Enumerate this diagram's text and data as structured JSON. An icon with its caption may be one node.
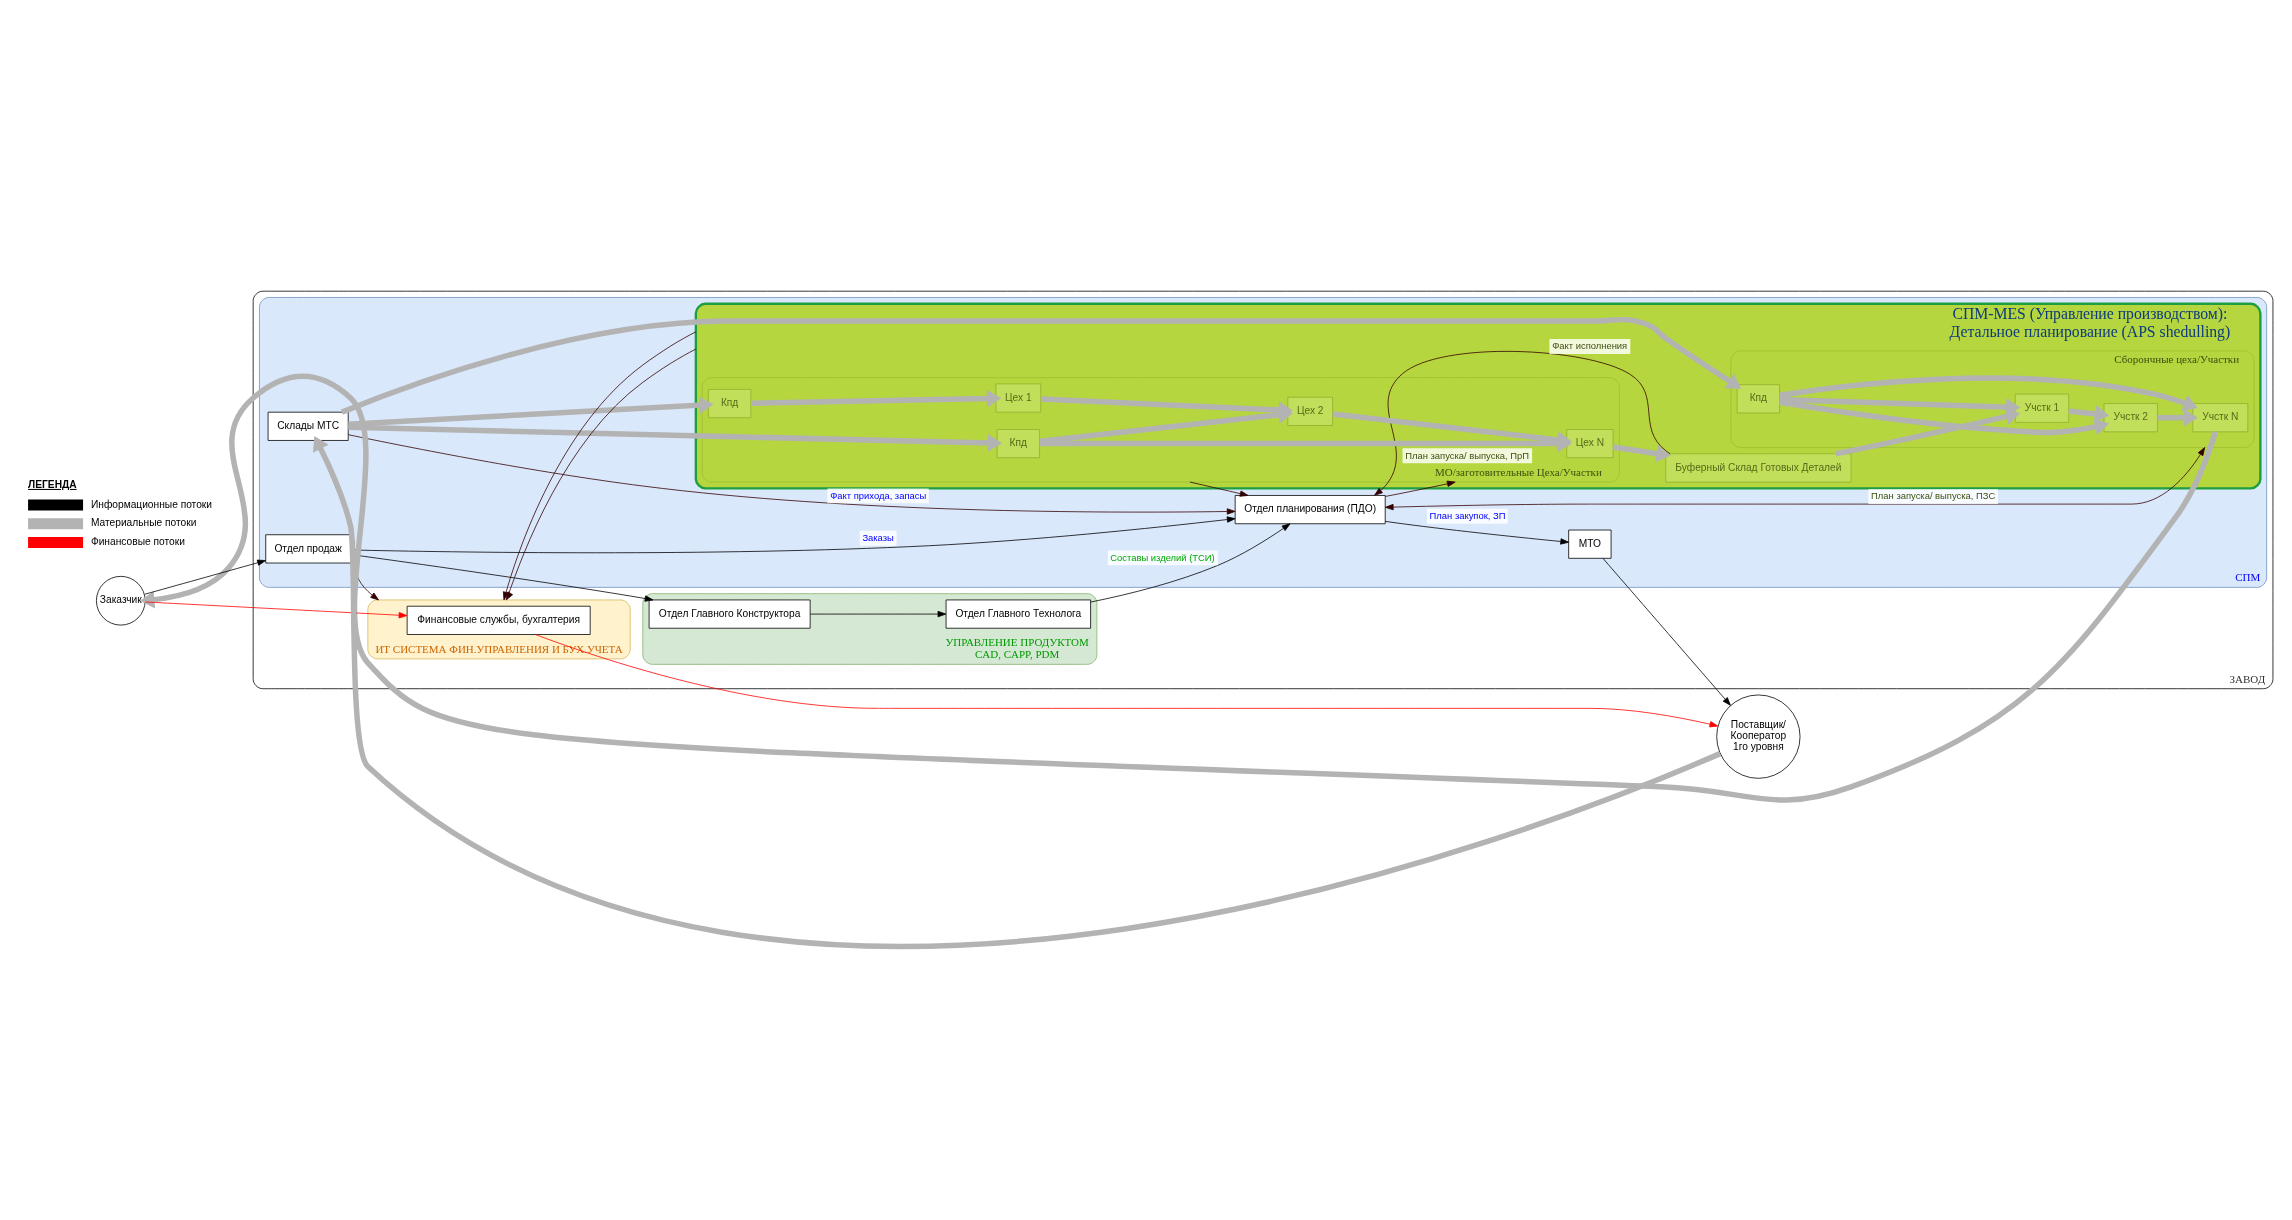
{
  "diagram": {
    "nodes": [
      {
        "text": [
          "ЗАВОД"
        ]
      },
      {
        "text": [
          "УПРАВЛЕНИЕ ПРОДУКТОМ",
          "CAD, CAPP, PDM"
        ],
        "in": 0
      },
      {
        "text": [
          "Отдел Главного Конструктора"
        ],
        "in": 1
      },
      {
        "text": [
          "Отдел Главного Технолога"
        ],
        "in": 1
      },
      {
        "text": [
          "СПМ"
        ],
        "in": 0
      },
      {
        "text": [
          "Отдел продаж"
        ],
        "in": 4
      },
      {
        "text": [
          "Отдел планирования (ПДО)"
        ],
        "in": 4
      },
      {
        "text": [
          "МТО"
        ],
        "in": 4
      },
      {
        "text": [
          "Склады МТС"
        ],
        "in": 4
      },
      {
        "text": [
          "СПМ-MES (Управление производством):",
          "Детальное планирование (APS shedulling)"
        ],
        "in": 4
      },
      {
        "text": [
          "Сборончные цеха/Участки"
        ],
        "in": 9
      },
      {
        "text": [
          "Учстк N"
        ],
        "in": 10
      },
      {
        "text": [
          "Учстк 2"
        ],
        "in": 10
      },
      {
        "text": [
          "Учстк 1"
        ],
        "in": 10
      },
      {
        "text": [
          "Кпд"
        ],
        "in": 10
      },
      {
        "text": [
          "Буферный Склад Готовых Деталей"
        ],
        "in": 9
      },
      {
        "text": [
          "МО/заготовительные Цеха/Участки"
        ],
        "in": 9
      },
      {
        "text": [
          "Цех N"
        ],
        "in": 16
      },
      {
        "text": [
          "Цех 2"
        ],
        "in": 16
      },
      {
        "text": [
          "Цех 1"
        ],
        "in": 16
      },
      {
        "text": [
          "Кпд"
        ],
        "in": 16
      },
      {
        "text": [
          "Кпд"
        ],
        "in": 16
      },
      {
        "text": [
          "ИТ СИСТЕМА ФИН.УПРАВЛЕНИЯ И БУХ.УЧЕТА"
        ],
        "in": 0
      },
      {
        "text": [
          "Финансовые службы, бухгалтерия"
        ],
        "in": 22
      },
      {
        "text": [
          "Заказчик"
        ]
      },
      {
        "text": [
          "Поставщик/ Кооператор 1го уровня"
        ]
      }
    ],
    "edges": [
      {
        "from": 24,
        "to": 5,
        "arrow": "to",
        "color": "#000000"
      },
      {
        "from": 5,
        "to": 2,
        "arrow": "to",
        "color": "#000000"
      },
      {
        "from": 2,
        "to": 3,
        "arrow": "to",
        "color": "#000000"
      },
      {
        "from": 3,
        "to": 6,
        "arrow": "to",
        "label": "Составы изделий (ТСИ)",
        "color": "#000000"
      },
      {
        "from": 5,
        "to": 6,
        "arrow": "to",
        "label": "Заказы",
        "color": "#000000"
      },
      {
        "from": 6,
        "to": 7,
        "arrow": "to",
        "label": "План закупок, ЗП",
        "color": "#000000"
      },
      {
        "from": 7,
        "to": 25,
        "arrow": "to",
        "color": "#000000"
      },
      {
        "from": 8,
        "to": 6,
        "arrow": "to",
        "label": "Факт прихода, запасы",
        "color": "#330000"
      },
      {
        "from": 6,
        "to": 10,
        "arrow": "both",
        "label": "План запуска/ выпуска, ПЗС",
        "color": "#330000"
      },
      {
        "from": 15,
        "to": 6,
        "arrow": "to",
        "label": "Факт исполнения",
        "color": "#330000"
      },
      {
        "from": 6,
        "to": 16,
        "arrow": "to",
        "label": "План запуска/ выпуска, ПрП",
        "color": "#330000"
      },
      {
        "from": 16,
        "to": 6,
        "arrow": "to",
        "color": "#330000"
      },
      {
        "from": 9,
        "to": 22,
        "arrow": "to",
        "color": "#330000"
      },
      {
        "from": 9,
        "to": 22,
        "arrow": "to",
        "color": "#330000"
      },
      {
        "from": 8,
        "to": 22,
        "arrow": "to",
        "color": "#330000"
      },
      {
        "from": 24,
        "to": 23,
        "arrow": "to",
        "color": "#ff0000"
      },
      {
        "from": 23,
        "to": 25,
        "arrow": "to",
        "color": "#ff0000"
      },
      {
        "from": 25,
        "to": 8,
        "arrow": "to",
        "style": "thick",
        "color": "#b3b3b3"
      },
      {
        "from": 8,
        "to": 20,
        "arrow": "to",
        "style": "thick",
        "color": "#b3b3b3"
      },
      {
        "from": 8,
        "to": 21,
        "arrow": "to",
        "style": "thick",
        "color": "#b3b3b3"
      },
      {
        "from": 8,
        "to": 14,
        "arrow": "to",
        "style": "thick",
        "color": "#b3b3b3"
      },
      {
        "from": 20,
        "to": 17,
        "arrow": "to",
        "style": "thick",
        "color": "#b3b3b3"
      },
      {
        "from": 20,
        "to": 18,
        "arrow": "to",
        "style": "thick",
        "color": "#b3b3b3"
      },
      {
        "from": 21,
        "to": 19,
        "arrow": "to",
        "style": "thick",
        "color": "#b3b3b3"
      },
      {
        "from": 19,
        "to": 18,
        "arrow": "to",
        "style": "thick",
        "color": "#b3b3b3"
      },
      {
        "from": 18,
        "to": 17,
        "arrow": "to",
        "style": "thick",
        "color": "#b3b3b3"
      },
      {
        "from": 17,
        "to": 15,
        "arrow": "to",
        "style": "thick",
        "color": "#b3b3b3"
      },
      {
        "from": 15,
        "to": 13,
        "arrow": "to",
        "style": "thick",
        "color": "#b3b3b3"
      },
      {
        "from": 13,
        "to": 12,
        "arrow": "to",
        "style": "thick",
        "color": "#b3b3b3"
      },
      {
        "from": 12,
        "to": 11,
        "arrow": "to",
        "style": "thick",
        "color": "#b3b3b3"
      },
      {
        "from": 14,
        "to": 11,
        "arrow": "to",
        "style": "thick",
        "color": "#b3b3b3"
      },
      {
        "from": 14,
        "to": 12,
        "arrow": "to",
        "style": "thick",
        "color": "#b3b3b3"
      },
      {
        "from": 14,
        "to": 13,
        "arrow": "to",
        "style": "thick",
        "color": "#b3b3b3"
      },
      {
        "from": 11,
        "to": 24,
        "arrow": "to",
        "style": "thick",
        "color": "#b3b3b3"
      }
    ],
    "labels": [
      "ЛЕГЕНДА"
    ],
    "legend": [
      {
        "text": "Информационные потоки"
      },
      {
        "text": "Материальные потоки"
      },
      {
        "text": "Финансовые потоки"
      }
    ]
  }
}
